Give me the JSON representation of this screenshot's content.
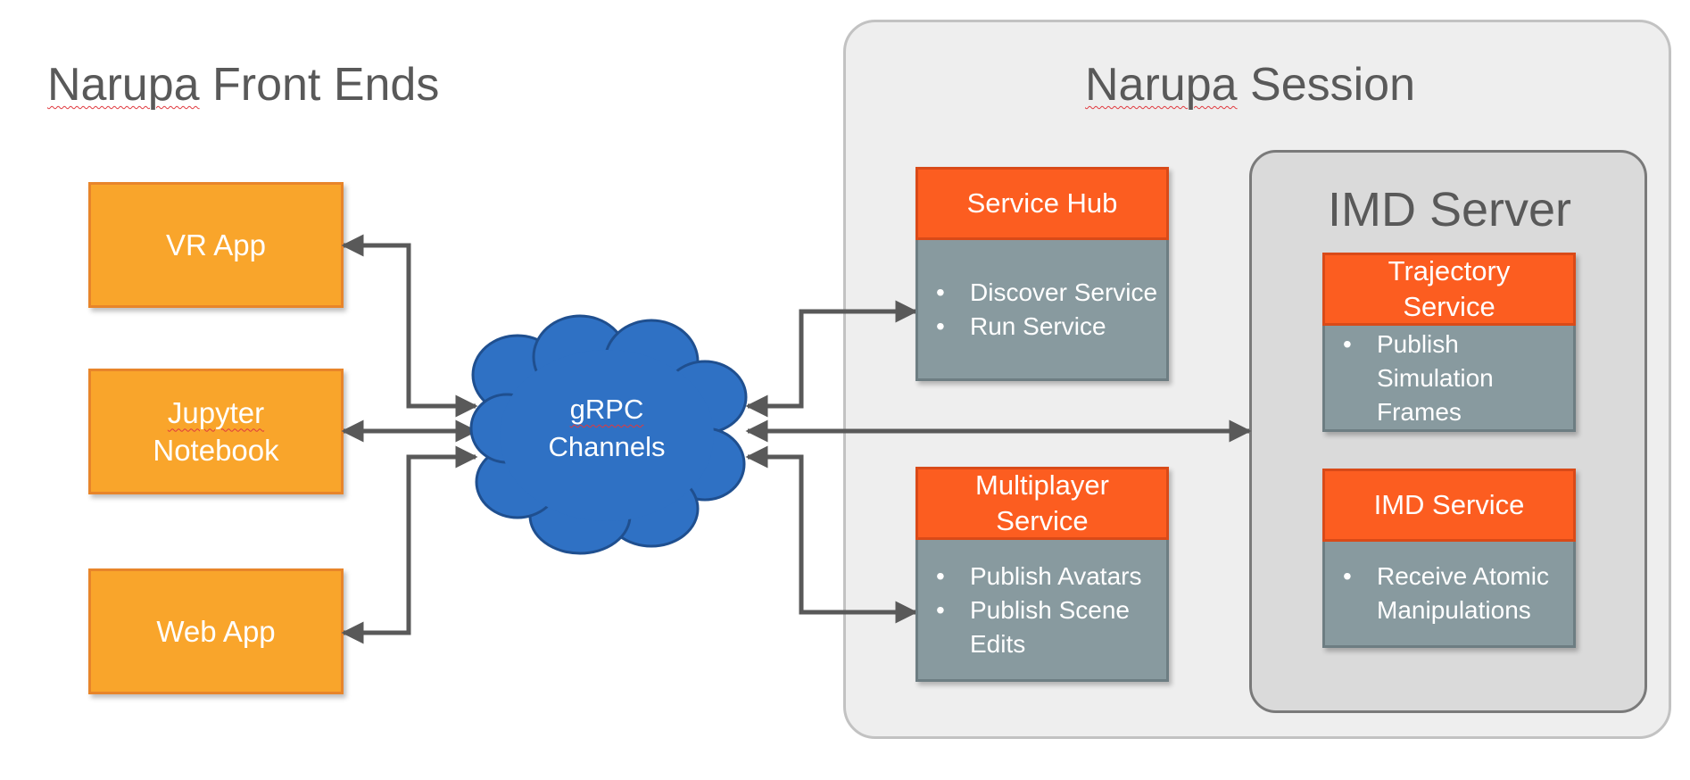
{
  "left_title": "Narupa Front Ends",
  "session": {
    "title": "Narupa Session",
    "imd_server_title": "IMD Server"
  },
  "front_ends": [
    {
      "label": "VR App"
    },
    {
      "label_line1": "Jupyter",
      "label_line2": "Notebook"
    },
    {
      "label": "Web App"
    }
  ],
  "cloud": {
    "line1": "gRPC",
    "line2": "Channels"
  },
  "cards": {
    "service_hub": {
      "title": "Service Hub",
      "items": [
        "Discover Service",
        "Run Service"
      ]
    },
    "multiplayer": {
      "title_line1": "Multiplayer",
      "title_line2": "Service",
      "items": [
        "Publish Avatars",
        "Publish Scene Edits"
      ]
    },
    "trajectory": {
      "title_line1": "Trajectory",
      "title_line2": "Service",
      "items": [
        "Publish Simulation Frames"
      ]
    },
    "imd_service": {
      "title": "IMD Service",
      "items": [
        "Receive Atomic Manipulations"
      ]
    }
  },
  "colors": {
    "front_end_fill": "#f9a52b",
    "card_header": "#fc5d20",
    "card_body": "#889a9f",
    "cloud": "#2f71c4",
    "arrow": "#595959"
  }
}
